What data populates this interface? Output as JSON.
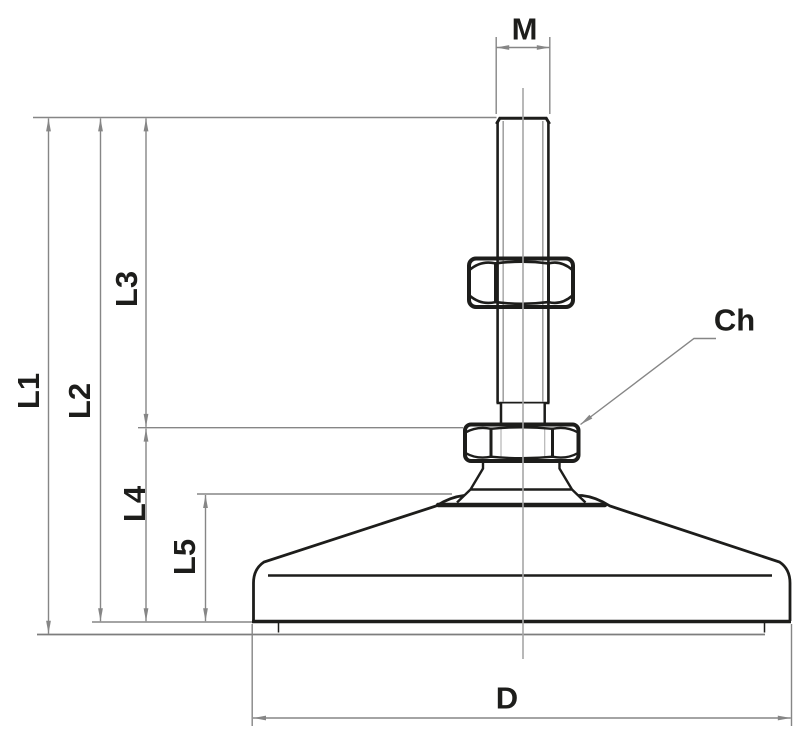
{
  "drawing": {
    "labels": {
      "M": "M",
      "L1": "L1",
      "L2": "L2",
      "L3": "L3",
      "L4": "L4",
      "L5": "L5",
      "Ch": "Ch",
      "D": "D"
    },
    "colors": {
      "outline": "#1d1d1b",
      "dimension_lines": "#868686",
      "centerline": "#a6a6a6",
      "thread_lines": "#a3a3a3",
      "background": "#ffffff"
    }
  }
}
